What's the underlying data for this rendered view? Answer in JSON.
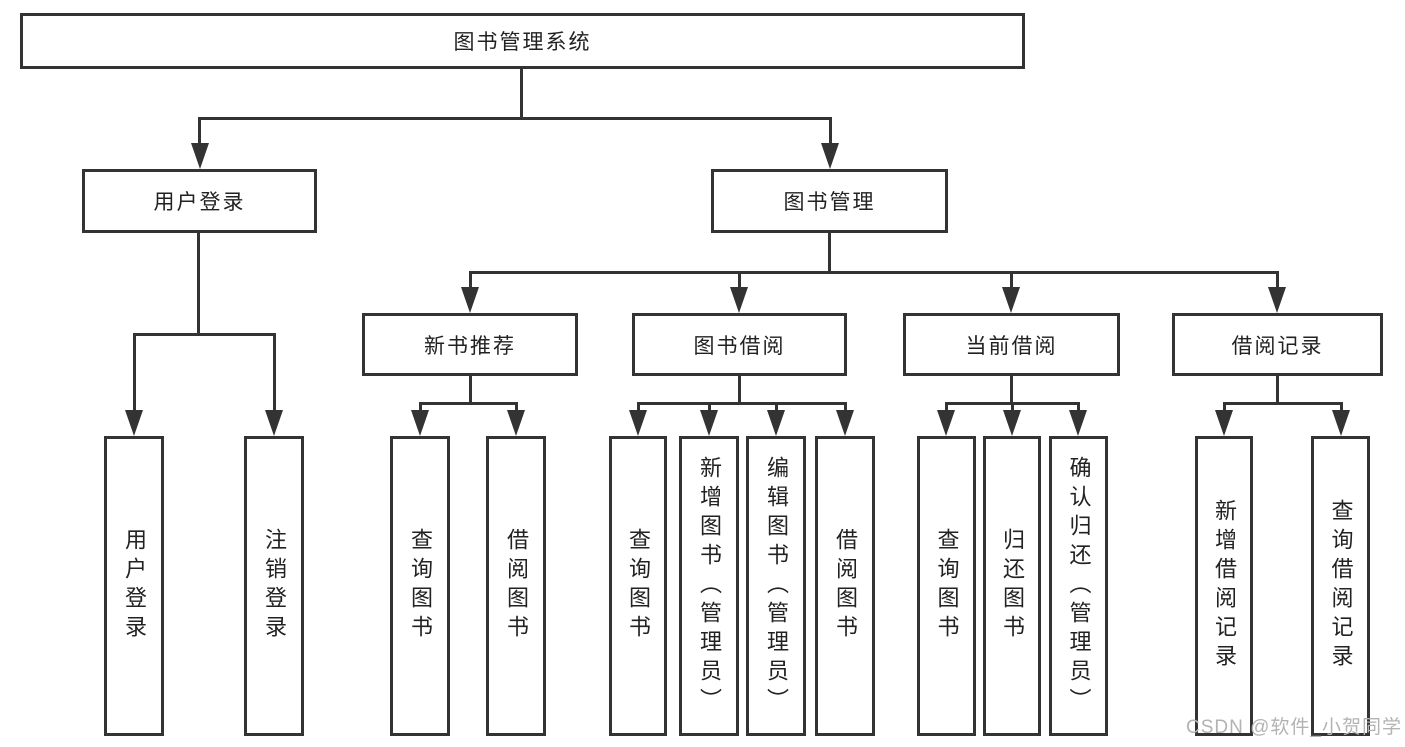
{
  "tree": {
    "root": {
      "label": "图书管理系统",
      "children": [
        {
          "label": "用户登录",
          "children": [
            {
              "label": "用户登录"
            },
            {
              "label": "注销登录"
            }
          ]
        },
        {
          "label": "图书管理",
          "children": [
            {
              "label": "新书推荐",
              "children": [
                {
                  "label": "查询图书"
                },
                {
                  "label": "借阅图书"
                }
              ]
            },
            {
              "label": "图书借阅",
              "children": [
                {
                  "label": "查询图书"
                },
                {
                  "label": "新增图书（管理员）"
                },
                {
                  "label": "编辑图书（管理员）"
                },
                {
                  "label": "借阅图书"
                }
              ]
            },
            {
              "label": "当前借阅",
              "children": [
                {
                  "label": "查询图书"
                },
                {
                  "label": "归还图书"
                },
                {
                  "label": "确认归还（管理员）"
                }
              ]
            },
            {
              "label": "借阅记录",
              "children": [
                {
                  "label": "新增借阅记录"
                },
                {
                  "label": "查询借阅记录"
                }
              ]
            }
          ]
        }
      ]
    }
  },
  "watermark": "CSDN @软件_小贺同学",
  "colors": {
    "line": "#333333",
    "text": "#222222",
    "watermark": "#b3b3b3"
  }
}
